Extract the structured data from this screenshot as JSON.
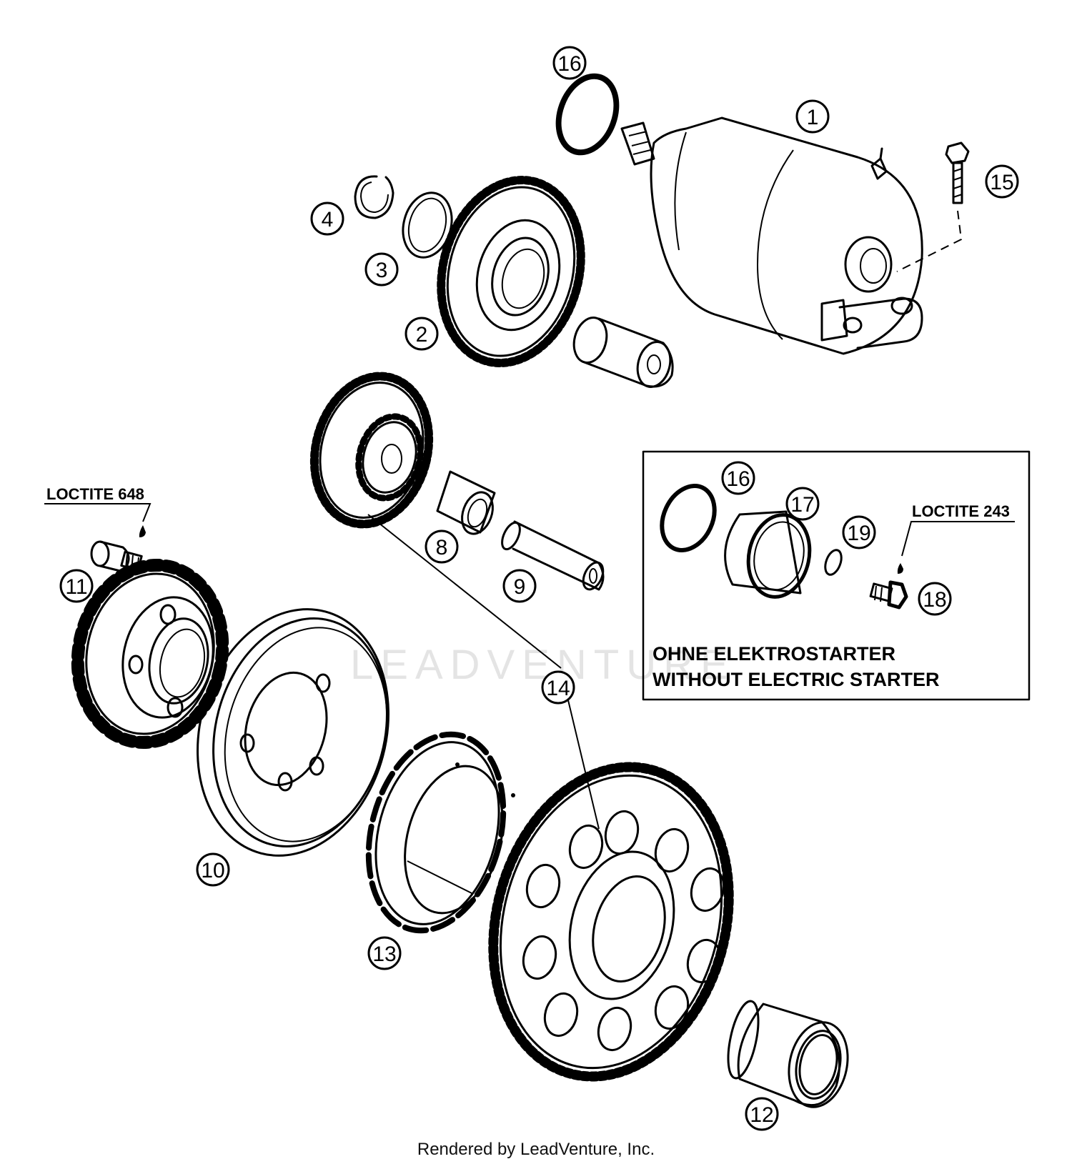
{
  "callouts": {
    "c1": "1",
    "c2": "2",
    "c3": "3",
    "c4": "4",
    "c8": "8",
    "c9": "9",
    "c10": "10",
    "c11": "11",
    "c12": "12",
    "c13": "13",
    "c14": "14",
    "c15": "15",
    "c16a": "16",
    "c16b": "16",
    "c17": "17",
    "c18": "18",
    "c19": "19"
  },
  "labels": {
    "loctite_648": "LOCTITE 648",
    "loctite_243": "LOCTITE 243"
  },
  "inset": {
    "title_de": "OHNE ELEKTROSTARTER",
    "title_en": "WITHOUT ELECTRIC STARTER"
  },
  "watermark": "LEADVENTURE",
  "footer": "Rendered by LeadVenture, Inc."
}
